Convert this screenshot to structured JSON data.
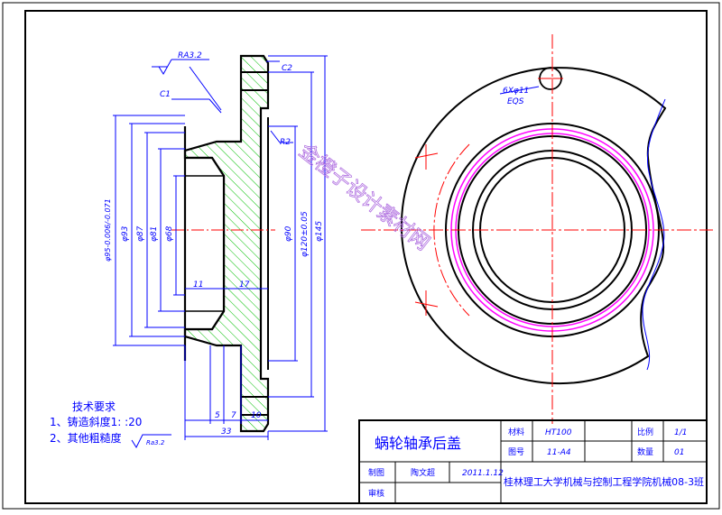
{
  "colors": {
    "outline": "#000000",
    "dimension": "#0000ff",
    "centerline": "#ff0000",
    "hatch": "#00c000",
    "thread": "#ff00ff",
    "watermark": "#b070e0"
  },
  "section_view": {
    "roughness_top": "RA3.2",
    "chamfer_c2": "C2",
    "chamfer_c1": "C1",
    "fillet_r2": "R2",
    "dim_phi95": "φ95-0.006/-0.071",
    "dim_phi93": "φ93",
    "dim_phi87": "φ87",
    "dim_phi81": "φ81",
    "dim_phi68": "φ68",
    "dim_phi90": "φ90",
    "dim_phi120": "φ120±0.05",
    "dim_phi145": "φ145",
    "dim_11": "11",
    "dim_17": "17",
    "dim_5": "5",
    "dim_7": "7",
    "dim_10": "10",
    "dim_33": "33"
  },
  "end_view": {
    "hole_note_line1": "6Xφ11",
    "hole_note_line2": "EQS"
  },
  "watermark_text": "金橙子设计素材网",
  "tech_requirements": {
    "title": "技术要求",
    "item1": "1、铸造斜度1: :20",
    "item2": "2、其他粗糙度",
    "roughness": "Ra3.2"
  },
  "title_block": {
    "part_name": "蜗轮轴承后盖",
    "material_label": "材料",
    "material_value": "HT100",
    "scale_label": "比例",
    "scale_value": "1/1",
    "drawing_no_label": "图号",
    "drawing_no_value": "11-A4",
    "quantity_label": "数量",
    "quantity_value": "01",
    "drawn_label": "制图",
    "drawn_name": "陶文超",
    "date": "2011.1.12",
    "checked_label": "审核",
    "school": "桂林理工大学机械与控制工程学院机械08-3班"
  }
}
